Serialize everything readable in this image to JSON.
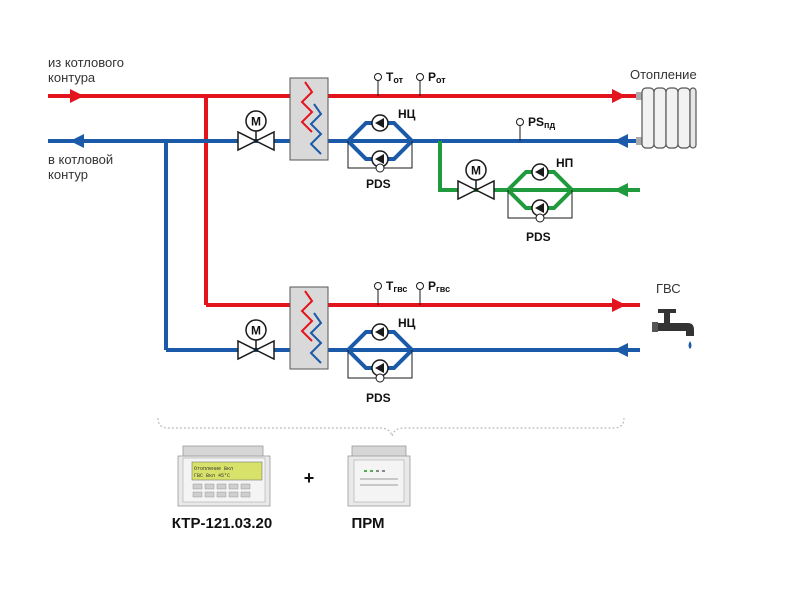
{
  "labels": {
    "from_boiler_1": "из котлового",
    "from_boiler_2": "контура",
    "to_boiler_1": "в котловой",
    "to_boiler_2": "контур",
    "heating": "Отопление",
    "dhw": "ГВС"
  },
  "sensors": {
    "t_heat_main": "T",
    "t_heat_sub": "от",
    "p_heat_main": "P",
    "p_heat_sub": "от",
    "ps_main": "PS",
    "ps_sub": "пд",
    "t_dhw_main": "T",
    "t_dhw_sub": "гвс",
    "p_dhw_main": "P",
    "p_dhw_sub": "гвс"
  },
  "pumps": {
    "nc_top": "НЦ",
    "np": "НП",
    "nc_bottom": "НЦ",
    "pds_top": "PDS",
    "pds_np": "PDS",
    "pds_bottom": "PDS"
  },
  "valve_symbol": "M",
  "devices": {
    "controller": "КТР-121.03.20",
    "plus": "+",
    "module": "ПРМ",
    "lcd_line1": "Отопление  Вкл",
    "lcd_line2": "ГВС  Вкл  45°С"
  },
  "colors": {
    "supply": "#e3141d",
    "return": "#1a5aa8",
    "makeup": "#1f9a3c",
    "outline": "#1a1a1a",
    "hx_fill": "#d9d9d9"
  }
}
